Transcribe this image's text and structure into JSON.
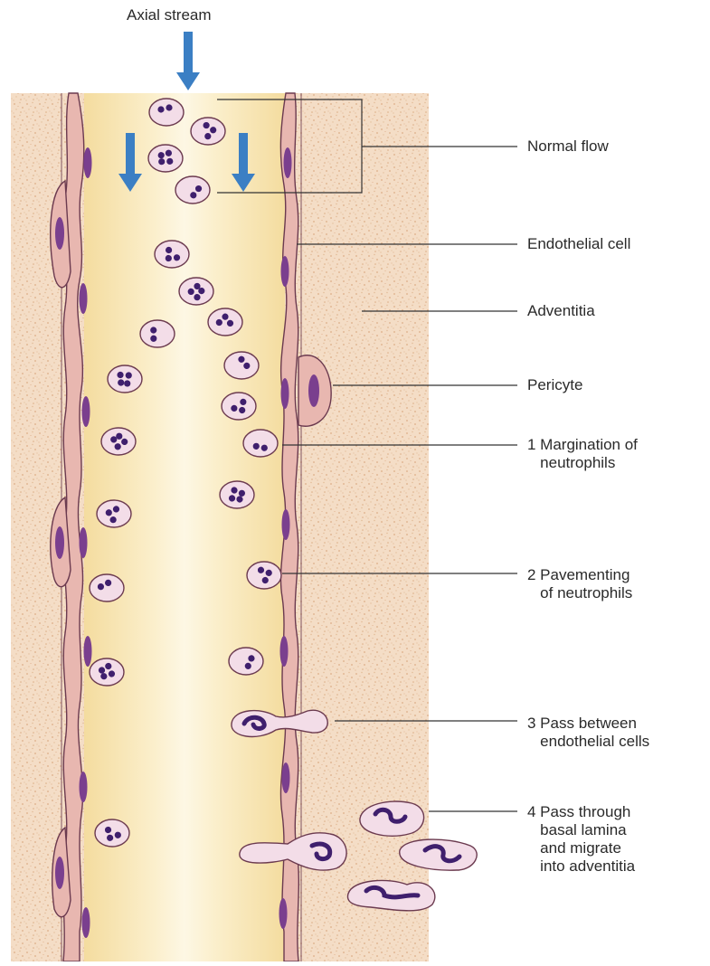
{
  "top_label": "Axial stream",
  "labels": {
    "normal_flow": "Normal flow",
    "endothelial_cell": "Endothelial cell",
    "adventitia": "Adventitia",
    "pericyte": "Pericyte",
    "step1": "1 Margination of\n   neutrophils",
    "step2": "2 Pavementing\n   of neutrophils",
    "step3": "3 Pass between\n   endothelial cells",
    "step4": "4 Pass through\n   basal lamina\n   and migrate\n   into adventitia"
  },
  "colors": {
    "tissue": "#f4ddc6",
    "tissue_speckle": "#dcae86",
    "lumen_center": "#fdf5dd",
    "lumen_edge": "#f4dc9f",
    "vessel_wall": "#e8b7b0",
    "wall_outline": "#6b3a4f",
    "nucleus": "#7a3f8e",
    "neutrophil_body": "#f3dde8",
    "neutrophil_nucleus": "#3f1f6d",
    "arrow": "#3b7fc4",
    "leader_line": "#333333"
  },
  "icons": {
    "flow_arrow": "down-arrow-icon"
  }
}
